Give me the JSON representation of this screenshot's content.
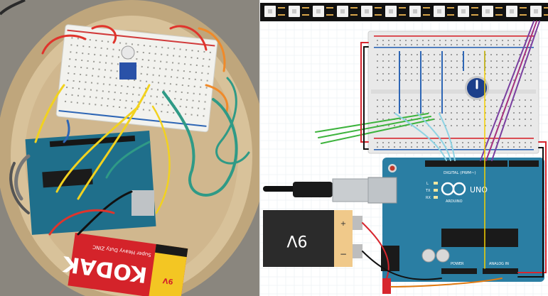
{
  "photo": {
    "battery_brand": "KODAK",
    "battery_subtitle": "Super Heavy Duty ZINC",
    "battery_voltage": "9V",
    "colors": {
      "basket": "#cdb48c",
      "battery_red": "#d4232a",
      "battery_yellow": "#f3c623",
      "arduino": "#1f6f8b",
      "breadboard": "#f2f2ee",
      "teal_wire": "#2f9a86"
    }
  },
  "schematic": {
    "battery_label": "9V",
    "board_model": "UNO",
    "board_brand": "ARDUINO",
    "digital_header_label": "DIGITAL (PWM~)",
    "power_header_label": "POWER",
    "analog_header_label": "ANALOG IN",
    "led_labels": [
      "L",
      "TX",
      "RX"
    ],
    "colors": {
      "board": "#2a7ea3",
      "breadboard": "#e9e9e9",
      "rail_red": "#d7262e",
      "rail_blue": "#2e66b5",
      "strip": "#111111",
      "knob": "#1c3f8a",
      "battery_body": "#2b2b2b",
      "battery_cap": "#f0c98a",
      "wire_green": "#3db33d",
      "wire_cyan": "#8fd3e3",
      "wire_purple": "#7a3fa0",
      "wire_yellow": "#f5d000",
      "wire_orange": "#e07a12"
    }
  }
}
